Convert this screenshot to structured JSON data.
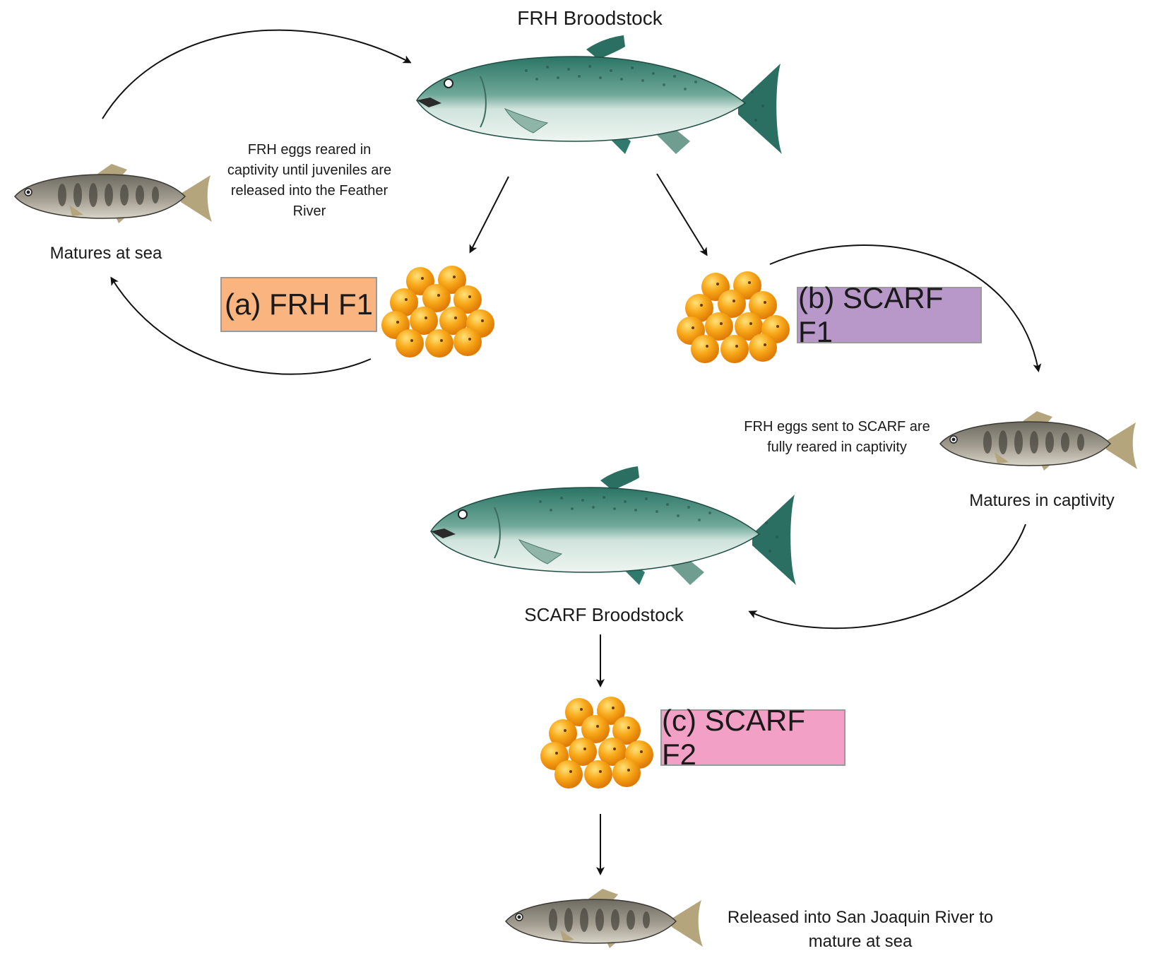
{
  "labels": {
    "frh_broodstock": "FRH Broodstock",
    "scarf_broodstock": "SCARF Broodstock",
    "matures_at_sea": "Matures at sea",
    "matures_in_captivity": "Matures in captivity",
    "frh_eggs_reared_note": "FRH eggs reared in captivity until juveniles are released into the Feather River",
    "frh_eggs_sent_note": "FRH eggs sent to SCARF are fully reared in captivity",
    "released_note": "Released into San Joaquin River to mature at sea"
  },
  "boxes": {
    "a": {
      "label": "(a) FRH F1",
      "color": "#f9b47f"
    },
    "b": {
      "label": "(b) SCARF F1",
      "color": "#b897c9"
    },
    "c": {
      "label": "(c) SCARF F2",
      "color": "#f2a0c6"
    }
  },
  "icons": [
    "adult-salmon-icon",
    "juvenile-salmon-icon",
    "egg-cluster-icon",
    "arrow-icon"
  ],
  "colors": {
    "adult_back": "#2f7a6c",
    "adult_belly": "#dceae5",
    "juvenile_body": "#8a8579",
    "egg": "#f59a12",
    "egg_highlight": "#ffd76a"
  }
}
